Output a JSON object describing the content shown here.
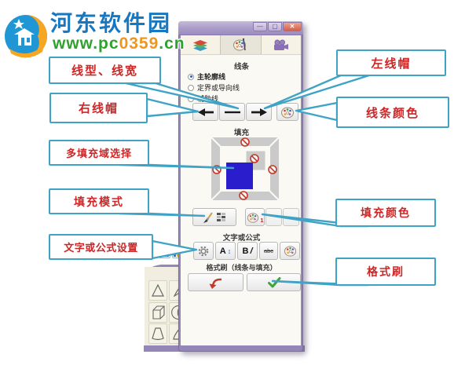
{
  "watermark": {
    "site_name": "河东软件园",
    "url_prefix": "www.pc",
    "url_number": "0359",
    "url_suffix": ".cn"
  },
  "dialog": {
    "window_controls": {
      "minimize": "—",
      "maximize": "▢",
      "close": "✕"
    },
    "tabs": [
      {
        "icon": "layers-icon",
        "selected": false
      },
      {
        "icon": "palette-brush-icon",
        "selected": true
      },
      {
        "icon": "camera-icon",
        "selected": false
      }
    ],
    "line_section": {
      "title": "线条",
      "options": [
        {
          "label": "主轮廓线",
          "selected": true
        },
        {
          "label": "定界或导向线",
          "selected": false
        },
        {
          "label": "辅助线",
          "selected": false
        }
      ]
    },
    "fill_section": {
      "title": "填充",
      "fill_color_index": "1"
    },
    "text_section": {
      "title": "文字或公式",
      "font_letter": "A",
      "font_arrows": "↕",
      "bold": "B",
      "italic": "/",
      "abc": "abc"
    },
    "painter_section": {
      "title": "格式刷（线条与填充）"
    }
  },
  "callouts": [
    {
      "label": "线型、线宽"
    },
    {
      "label": "左线帽"
    },
    {
      "label": "右线帽"
    },
    {
      "label": "线条颜色"
    },
    {
      "label": "多填充域选择"
    },
    {
      "label": "填充模式"
    },
    {
      "label": "填充颜色"
    },
    {
      "label": "文字或公式设置"
    },
    {
      "label": "格式刷"
    }
  ],
  "colors": {
    "callout_border": "#3fa3c5",
    "callout_text": "#cc2626",
    "titlebar_purple": "#a99bc8",
    "selected_fill_square": "#2a1dcb",
    "no_symbol_red": "#c23a2a",
    "watermark_blue": "#1778c2",
    "watermark_green": "#2ea12e",
    "watermark_orange": "#f0951e"
  }
}
